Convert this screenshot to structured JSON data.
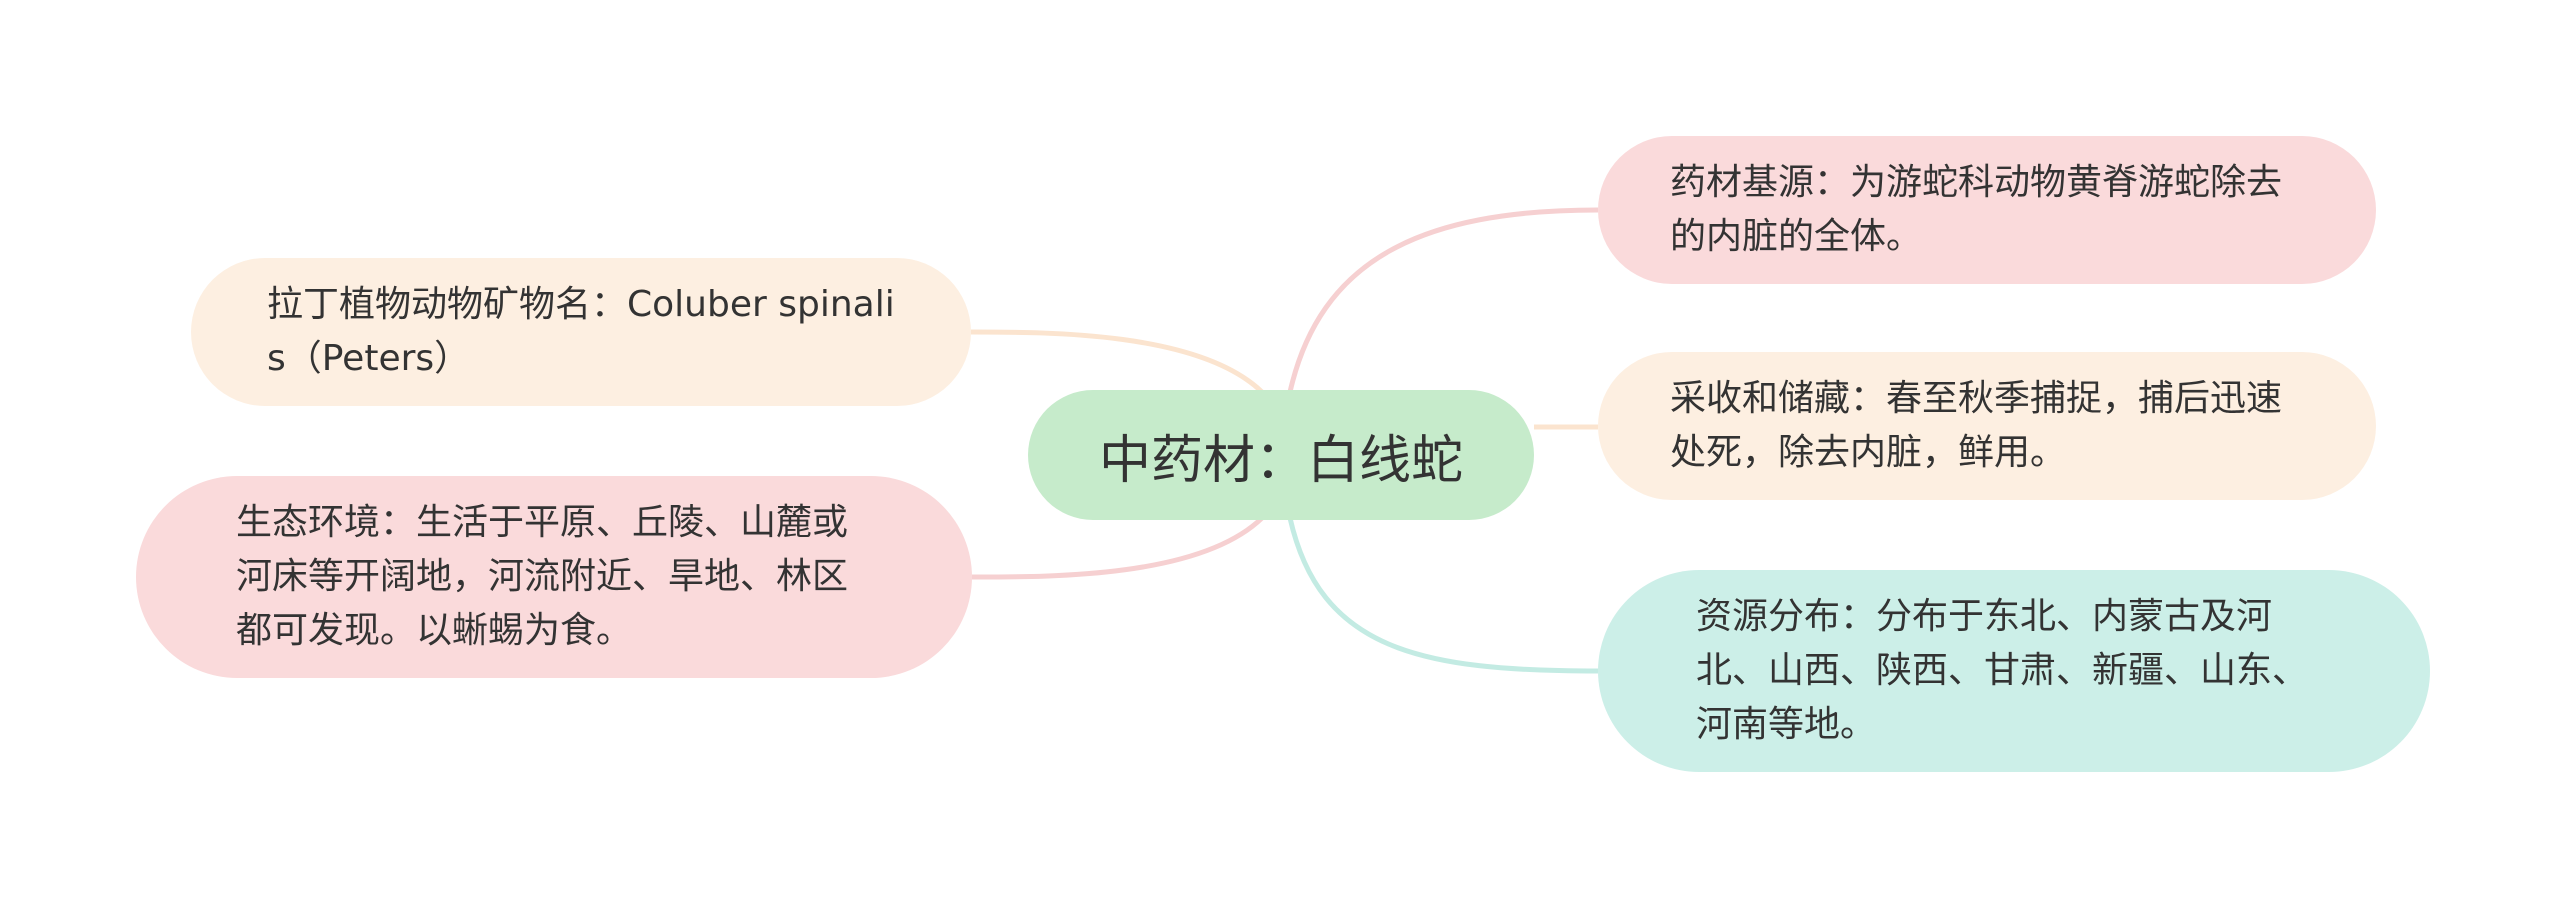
{
  "center": {
    "label": "中药材：白线蛇",
    "color": "#c6ebcb"
  },
  "branches": {
    "latin_name": {
      "text": "拉丁植物动物矿物名：Coluber spinalis（Peters）",
      "color": "#fdefe1"
    },
    "habitat": {
      "text": "生态环境：生活于平原、丘陵、山麓或河床等开阔地，河流附近、旱地、林区都可发现。以蜥蜴为食。",
      "color": "#fadadb"
    },
    "source": {
      "text": "药材基源：为游蛇科动物黄脊游蛇除去的内脏的全体。",
      "color": "#fadadb"
    },
    "harvest": {
      "text": "采收和储藏：春至秋季捕捉，捕后迅速处死，除去内脏，鲜用。",
      "color": "#fdefe1"
    },
    "distribution": {
      "text": "资源分布：分布于东北、内蒙古及河北、山西、陕西、甘肃、新疆、山东、河南等地。",
      "color": "#ccefe8"
    }
  },
  "link_colors": {
    "peach": "#fbe4cf",
    "pink": "#f6d0d1",
    "mint": "#c3ebe3"
  }
}
